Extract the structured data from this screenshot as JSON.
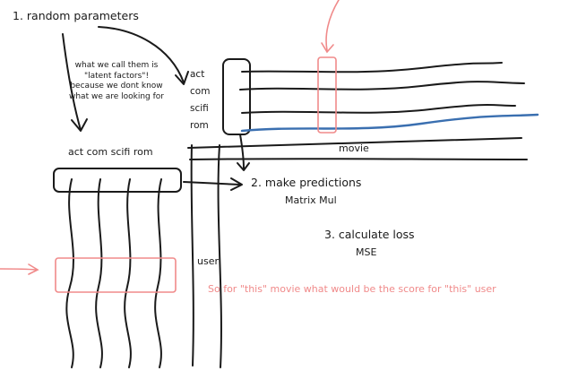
{
  "labels": {
    "step1": "1. random parameters",
    "latent_note_line1": "what we call them is",
    "latent_note_line2": "\"latent factors\"!",
    "latent_note_line3": "because we dont know",
    "latent_note_line4": "what we are looking for",
    "factors_row": "act com scifi rom",
    "genre_act": "act",
    "genre_com": "com",
    "genre_scifi": "scifi",
    "genre_rom": "rom",
    "movie": "movie",
    "user": "user",
    "step2": "2. make predictions",
    "step2_sub": "Matrix Mul",
    "step3": "3. calculate loss",
    "step3_sub": "MSE",
    "note": "So for \"this\" movie what would be the score for \"this\" user"
  },
  "colors": {
    "ink": "#1a1a1a",
    "highlight": "#f08a8a",
    "blue_line": "#3a6fb0"
  }
}
